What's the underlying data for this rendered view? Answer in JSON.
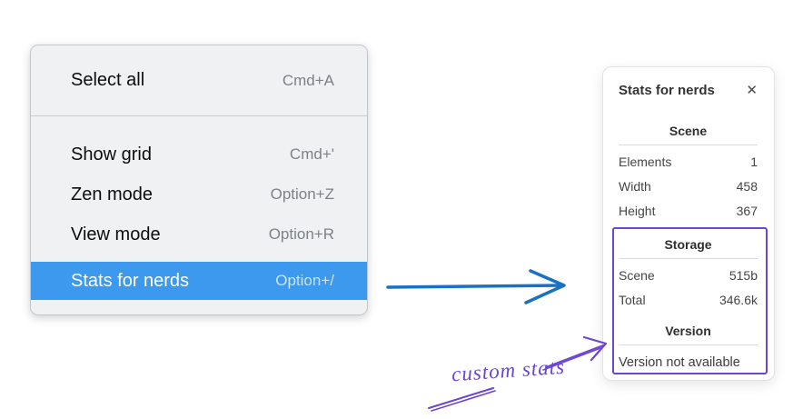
{
  "context_menu": {
    "items": [
      {
        "label": "Select all",
        "shortcut": "Cmd+A",
        "selected": false
      },
      {
        "label": "Show grid",
        "shortcut": "Cmd+'",
        "selected": false
      },
      {
        "label": "Zen mode",
        "shortcut": "Option+Z",
        "selected": false
      },
      {
        "label": "View mode",
        "shortcut": "Option+R",
        "selected": false
      },
      {
        "label": "Stats for nerds",
        "shortcut": "Option+/",
        "selected": true
      }
    ]
  },
  "stats_panel": {
    "title": "Stats for nerds",
    "close_icon": "✕",
    "sections": [
      {
        "heading": "Scene",
        "rows": [
          {
            "label": "Elements",
            "value": "1"
          },
          {
            "label": "Width",
            "value": "458"
          },
          {
            "label": "Height",
            "value": "367"
          }
        ]
      },
      {
        "heading": "Storage",
        "rows": [
          {
            "label": "Scene",
            "value": "515b"
          },
          {
            "label": "Total",
            "value": "346.6k"
          }
        ]
      },
      {
        "heading": "Version",
        "note": "Version not available"
      }
    ]
  },
  "annotation": {
    "label": "custom stats"
  },
  "colors": {
    "menu_bg": "#f0f1f2",
    "menu_border": "#c3c6c9",
    "shortcut_gray": "#7d8286",
    "highlight_blue": "#3d99ee",
    "arrow_blue": "#1971c2",
    "annotation_purple": "#6b46d2",
    "panel_divider": "#d7dade"
  }
}
